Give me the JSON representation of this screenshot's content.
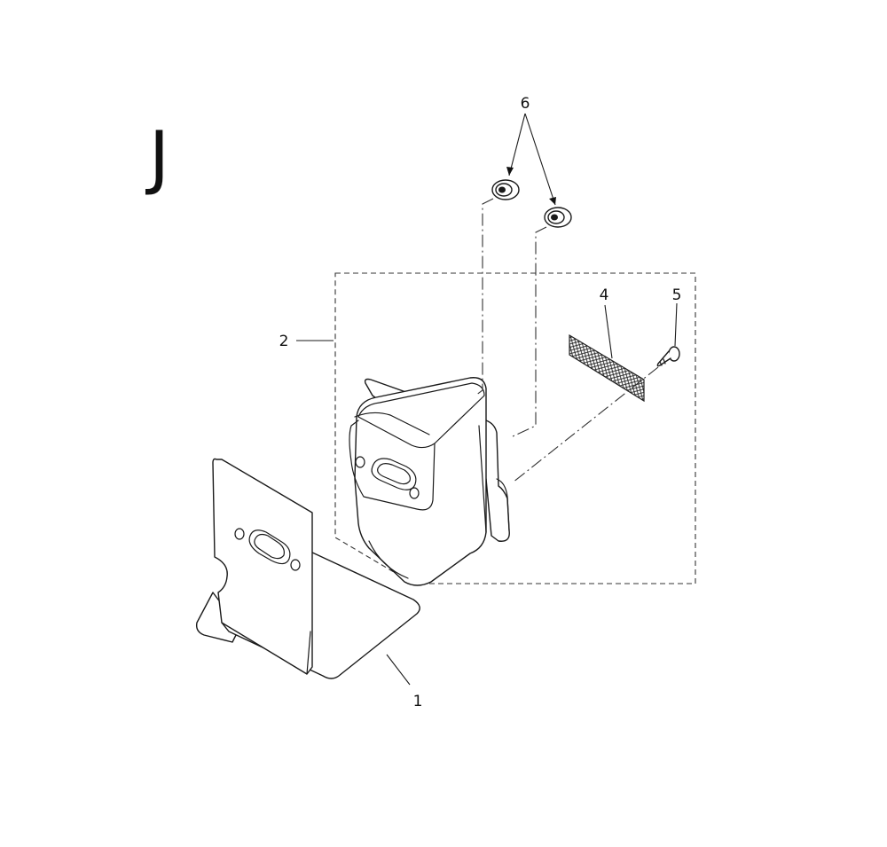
{
  "section": {
    "letter": "J"
  },
  "callouts": {
    "gasket": "1",
    "muffler_kit": "2",
    "spark_screen": "4",
    "screw": "5",
    "nuts": "6"
  }
}
